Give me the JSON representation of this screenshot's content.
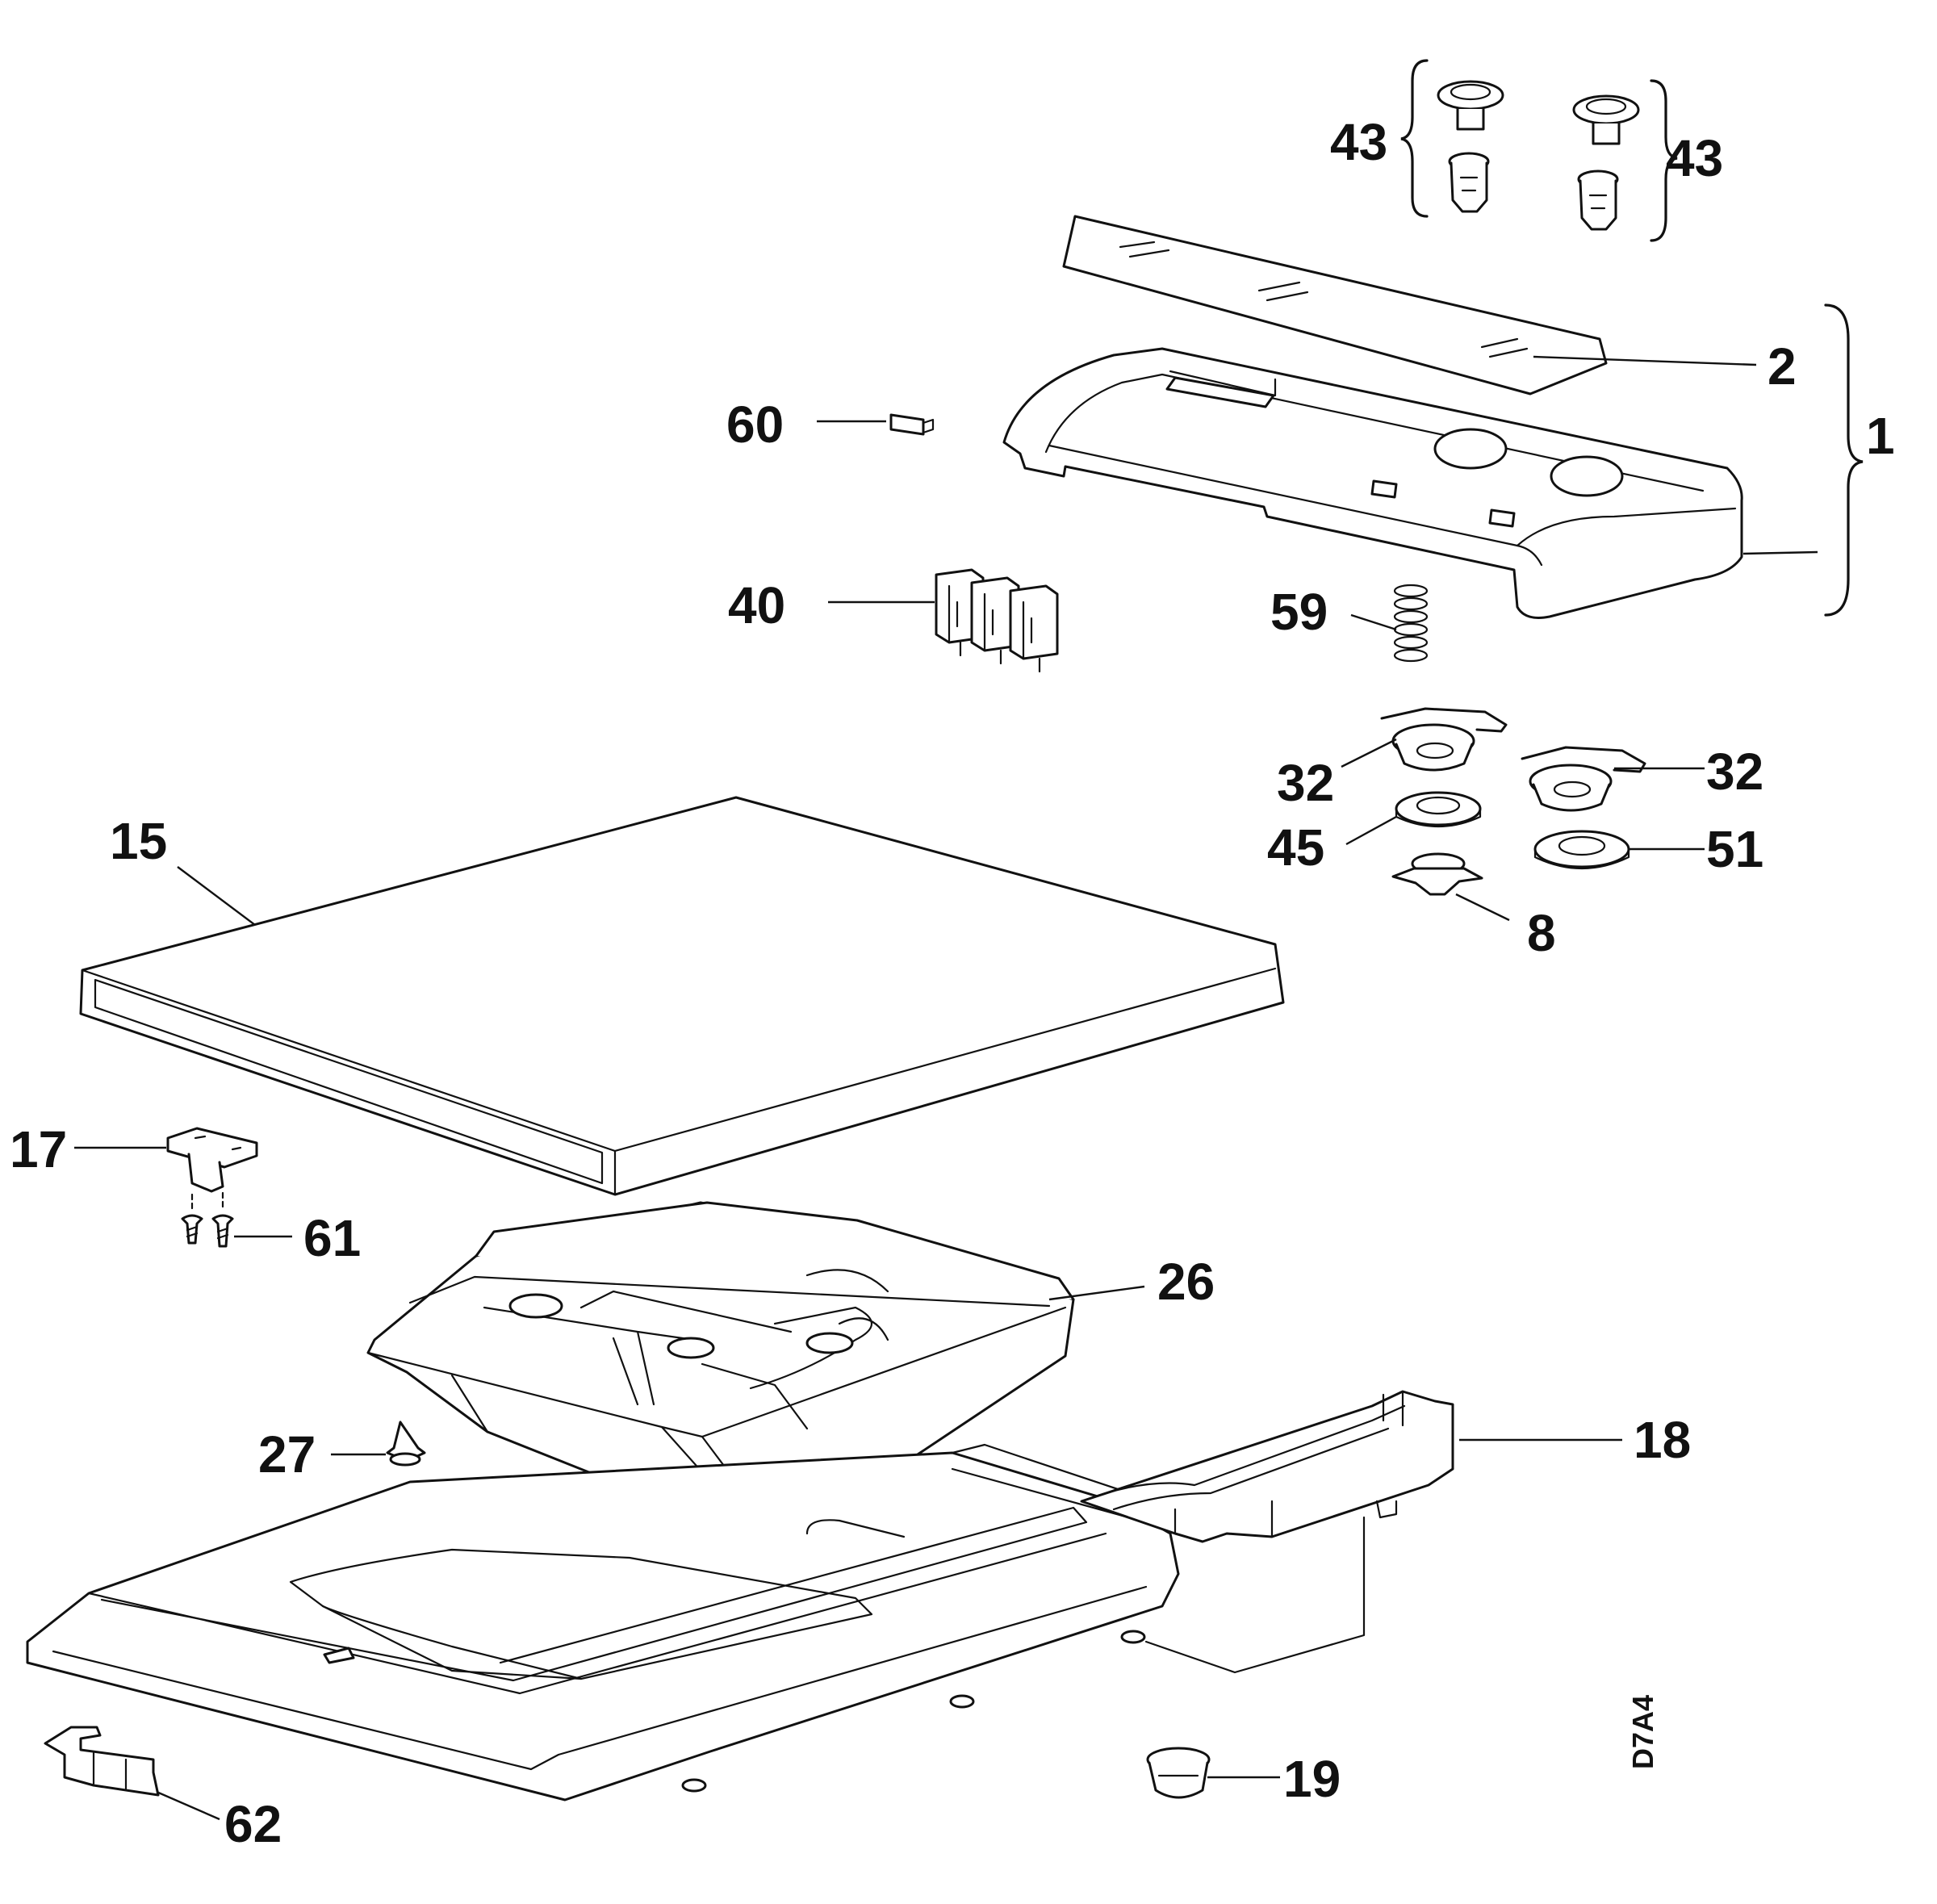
{
  "callouts": {
    "c43a": "43",
    "c43b": "43",
    "c2": "2",
    "c1": "1",
    "c60": "60",
    "c40": "40",
    "c59": "59",
    "c32a": "32",
    "c32b": "32",
    "c45": "45",
    "c51": "51",
    "c8": "8",
    "c15": "15",
    "c17": "17",
    "c61": "61",
    "c26": "26",
    "c27": "27",
    "c18": "18",
    "c19": "19",
    "c62": "62"
  },
  "drawing_code": "D7A4"
}
